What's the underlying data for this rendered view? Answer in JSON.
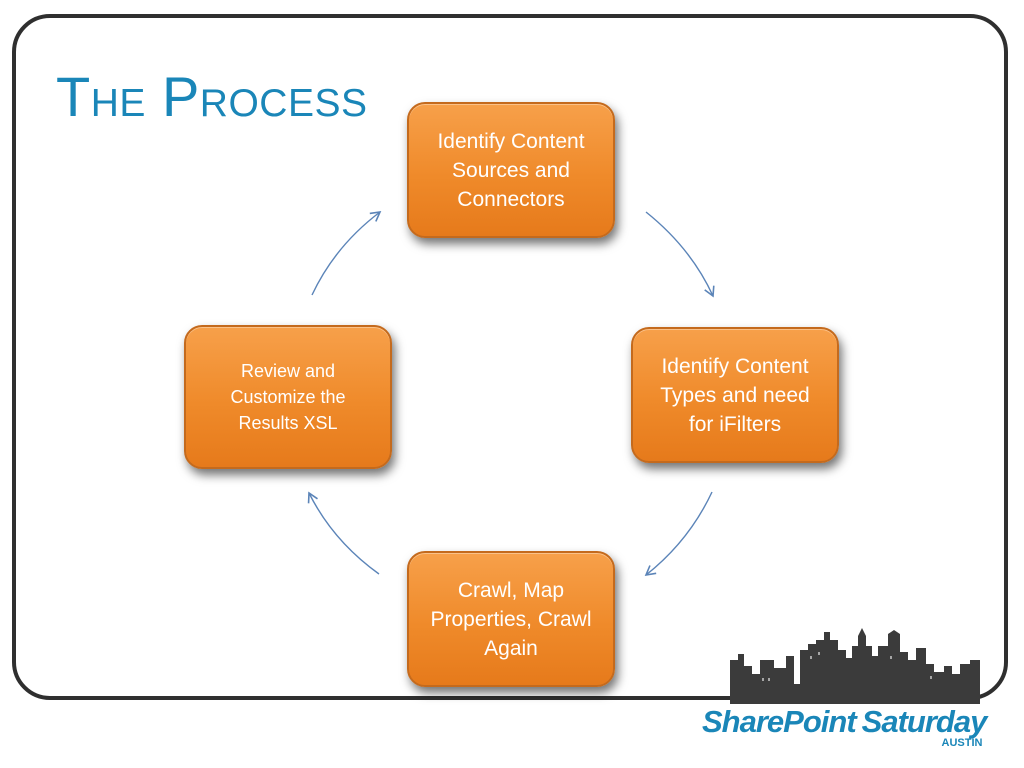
{
  "slide": {
    "title": "The Process"
  },
  "process_steps": [
    {
      "id": "identify-sources",
      "label": "Identify Content Sources and Connectors"
    },
    {
      "id": "identify-types",
      "label": "Identify Content Types and need for iFilters"
    },
    {
      "id": "crawl-map",
      "label": "Crawl, Map Properties, Crawl Again"
    },
    {
      "id": "review-xsl",
      "label": "Review and Customize the Results XSL"
    }
  ],
  "logo": {
    "brand_part1": "SharePoint",
    "brand_part2": "Saturday",
    "city": "AUSTIN"
  },
  "colors": {
    "title": "#1a86b8",
    "box_fill": "#ef8a2a",
    "box_text": "#ffffff",
    "arrow": "#5b84b8",
    "frame": "#2f2f2f",
    "skyline": "#3b3b3b",
    "logo_blue": "#1a86b8"
  }
}
